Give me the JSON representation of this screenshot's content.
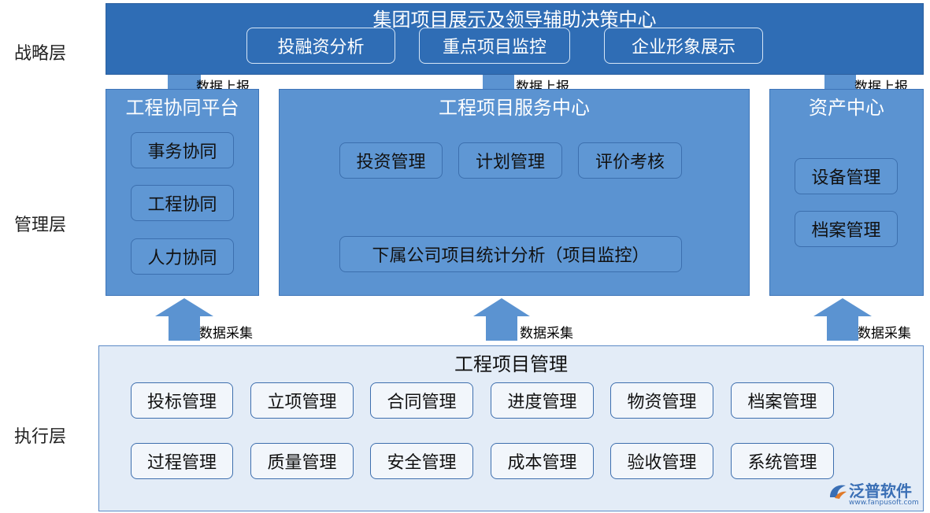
{
  "layers": {
    "strategy": "战略层",
    "management": "管理层",
    "execution": "执行层"
  },
  "strategy_panel": {
    "title": "集团项目展示及领导辅助决策中心",
    "items": [
      "投融资分析",
      "重点项目监控",
      "企业形象展示"
    ]
  },
  "report_label": "数据上报",
  "collect_label": "数据采集",
  "collab_panel": {
    "title": "工程协同平台",
    "items": [
      "事务协同",
      "工程协同",
      "人力协同"
    ]
  },
  "service_panel": {
    "title": "工程项目服务中心",
    "items": [
      "投资管理",
      "计划管理",
      "评价考核"
    ],
    "wide_item": "下属公司项目统计分析（项目监控）"
  },
  "asset_panel": {
    "title": "资产中心",
    "items": [
      "设备管理",
      "档案管理"
    ]
  },
  "exec_panel": {
    "title": "工程项目管理",
    "row1": [
      "投标管理",
      "立项管理",
      "合同管理",
      "进度管理",
      "物资管理",
      "档案管理"
    ],
    "row2": [
      "过程管理",
      "质量管理",
      "安全管理",
      "成本管理",
      "验收管理",
      "系统管理"
    ]
  },
  "logo": {
    "name": "泛普软件",
    "url": "www.fanpusoft.com"
  },
  "colors": {
    "strategy_bg": "#2f6db5",
    "panel_bg": "#5b93d1",
    "exec_bg": "#e3ecf7",
    "arrow": "#5b93d1"
  }
}
